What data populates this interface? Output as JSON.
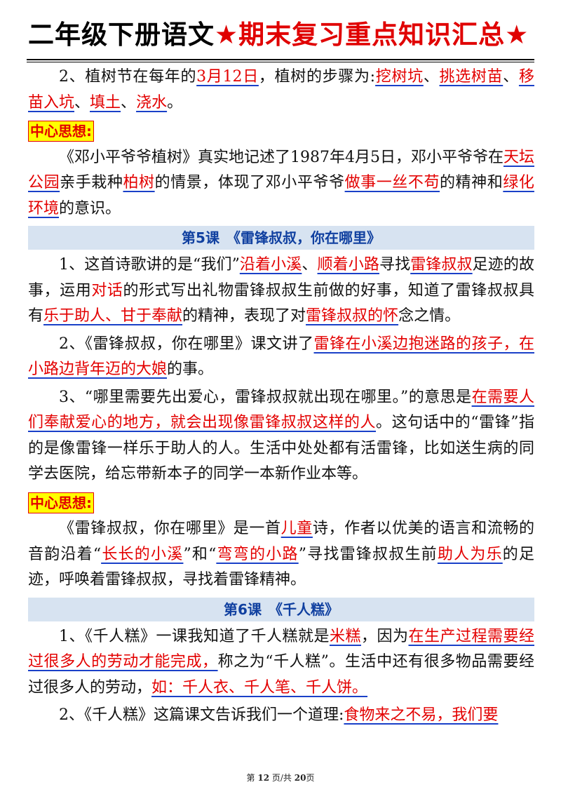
{
  "title": {
    "main": "二年级下册语文",
    "highlight": "★期末复习重点知识汇总★"
  },
  "badge": "中心思想:",
  "section1": {
    "p1": [
      "2、植树节在每年的",
      "3月12日",
      "，植树的步骤为:",
      "挖树坑",
      "、",
      "挑选树苗",
      "、",
      "移苗入坑",
      "、",
      "填土",
      "、",
      "浇水",
      "。"
    ],
    "p2": [
      "《邓小平爷爷植树》真实地记述了1987年4月5日，邓小平爷爷在",
      "天坛公园",
      "亲手栽种",
      "柏树",
      "的情景，体现了邓小平爷爷",
      "做事一丝不苟",
      "的精神和",
      "绿化环境",
      "的意识。"
    ]
  },
  "lesson5": {
    "heading": "第5课　《雷锋叔叔，你在哪里》",
    "p1": [
      "1、这首诗歌讲的是“我们”",
      "沿着小溪",
      "、",
      "顺着小路",
      "寻找",
      "雷锋叔叔",
      "足迹的故事，运用",
      "对话",
      "的形式写出礼物雷锋叔叔生前做的好事，知道了雷锋叔叔具有",
      "乐于助人、甘于奉献",
      "的精神，表现了对",
      "雷锋叔叔的怀",
      "念之情。"
    ],
    "p2": [
      "2、《雷锋叔叔，你在哪里》课文讲了",
      "雷锋在小溪边抱迷路的孩子，在小路边背年迈的大娘",
      "的事。"
    ],
    "p3": [
      "3、“哪里需要先出爱心，雷锋叔叔就出现在哪里。”的意思是",
      "在需要人们奉献爱心的地方，就会出现像雷锋叔叔这样的人",
      "。这句话中的“雷锋”指的是像雷锋一样乐于助人的人。生活中处处都有活雷锋，比如送生病的同学去医院，给忘带新本子的同学一本新作业本等。"
    ],
    "p4": [
      "《雷锋叔叔，你在哪里》是一首",
      "儿童",
      "诗，作者以优美的语言和流畅的音韵沿着“",
      "长长的小溪",
      "”和“",
      "弯弯的小路",
      "”寻找雷锋叔叔生前",
      "助人为乐",
      "的足迹，呼唤着雷锋叔叔，寻找着雷锋精神。"
    ]
  },
  "lesson6": {
    "heading": "第6课　《千人糕》",
    "p1": [
      "1、《千人糕》一课我知道了千人糕就是",
      "米糕",
      "，因为",
      "在生产过程需要经过很多人的劳动才能完成，",
      "称之为“千人糕”。生活中还有很多物品需要经过很多人的劳动，",
      "如：千人衣、千人笔、千人饼。"
    ],
    "p2": [
      "2、《千人糕》这篇课文告诉我们一个道理:",
      "食物来之不易，我们要"
    ]
  },
  "footer": {
    "prefix": "第",
    "page": "12",
    "middle": "页/共",
    "total": "20",
    "suffix": "页"
  }
}
